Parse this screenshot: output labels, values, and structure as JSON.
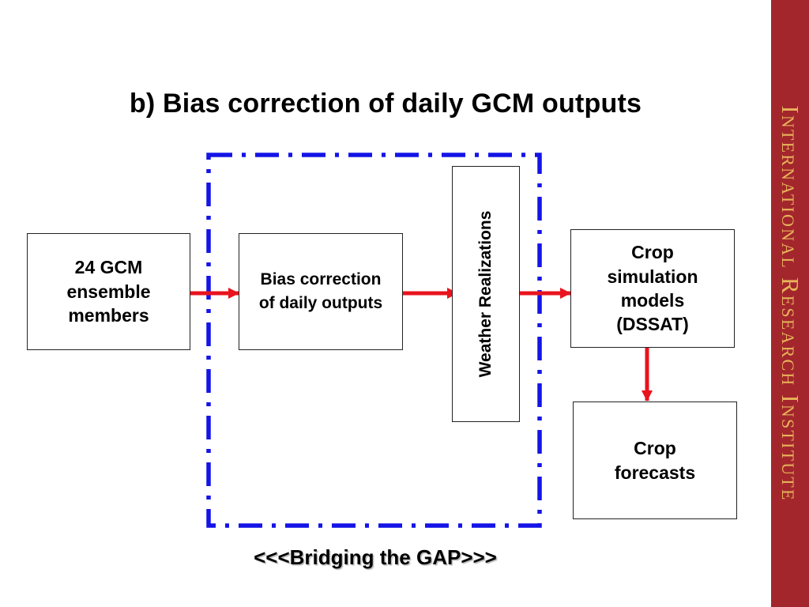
{
  "title": "b) Bias correction of daily GCM outputs",
  "boxes": {
    "gcm_members": "24 GCM\nensemble\nmembers",
    "bias_correction": "Bias correction\nof daily outputs",
    "weather_realizations": "Weather Realizations",
    "crop_models": "Crop\nsimulation\nmodels\n(DSSAT)",
    "crop_forecasts": "Crop\nforecasts"
  },
  "bridge_label": "<<<Bridging the GAP>>>",
  "sidebar_text": "International Research Institute",
  "colors": {
    "dashed_frame": "#1414e6",
    "arrow": "#e8141e",
    "sidebar_bg": "#a3262d",
    "sidebar_text": "#e8b35a"
  }
}
